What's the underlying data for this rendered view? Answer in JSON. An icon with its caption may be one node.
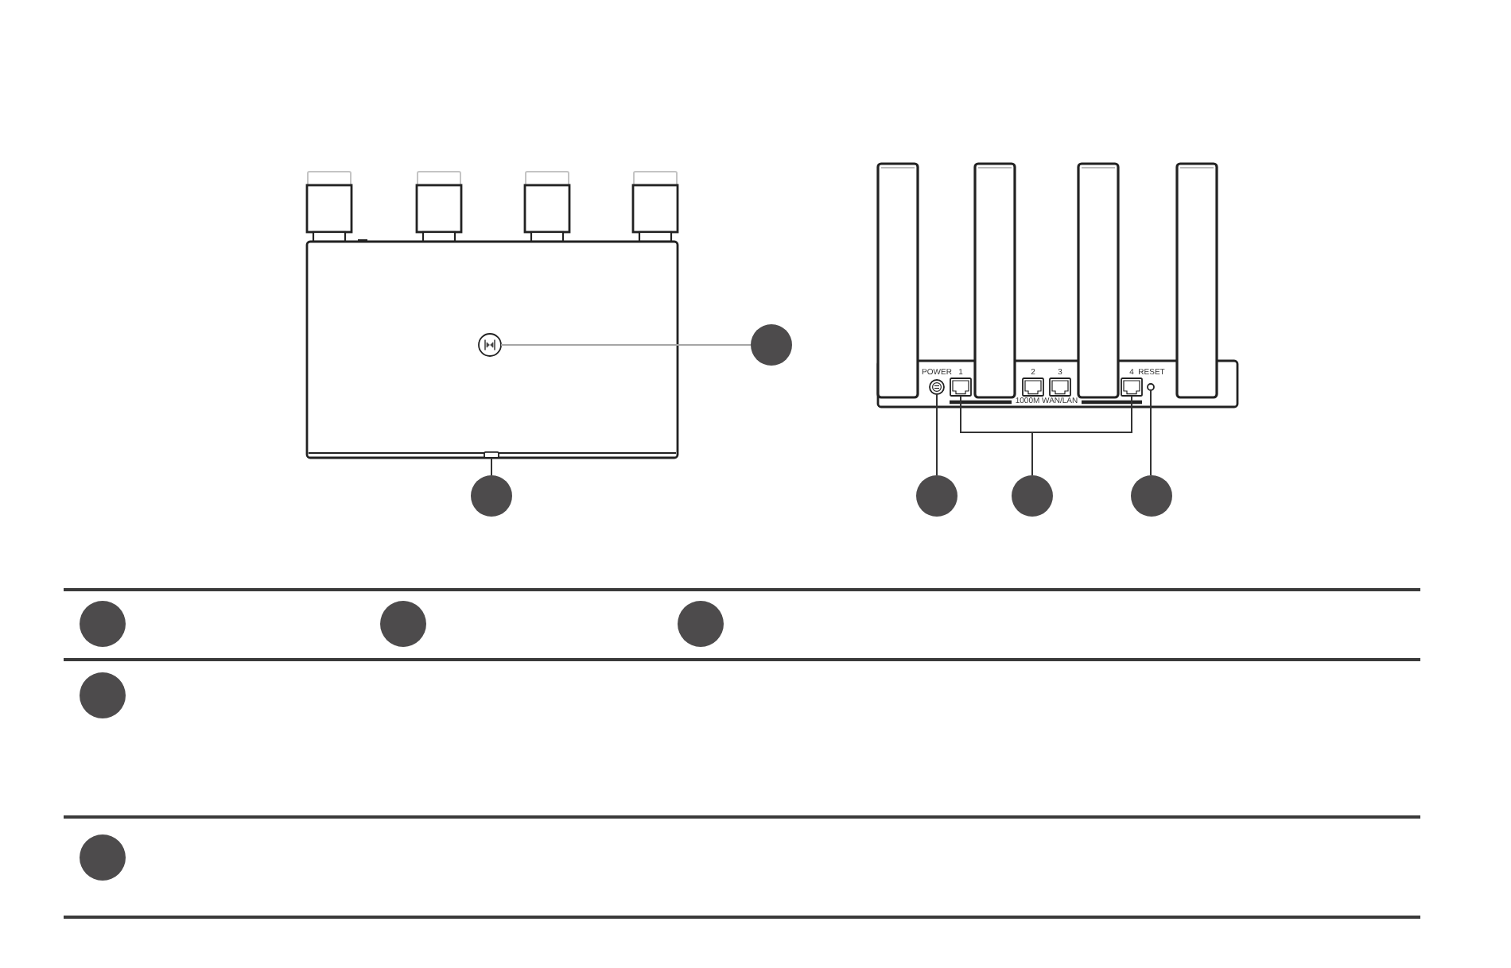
{
  "diagram": {
    "nodes": [
      {
        "text": [],
        "shape": "circle"
      },
      {
        "text": [],
        "shape": "circle"
      },
      {
        "text": [],
        "shape": "box"
      },
      {
        "text": [],
        "shape": "circle"
      },
      {
        "text": [],
        "shape": "circle"
      },
      {
        "text": [],
        "shape": "box"
      },
      {
        "text": [],
        "shape": "box"
      },
      {
        "text": [],
        "shape": "circle"
      },
      {
        "text": [],
        "shape": "circle"
      },
      {
        "text": [],
        "shape": "circle"
      },
      {
        "text": [],
        "shape": "circle"
      },
      {
        "text": [],
        "shape": "circle"
      },
      {
        "text": [],
        "shape": "circle"
      },
      {
        "text": [],
        "shape": "circle"
      },
      {
        "text": [],
        "shape": "circle"
      },
      {
        "text": [],
        "shape": "circle"
      }
    ],
    "edges": [
      {
        "from": 1,
        "to": 0,
        "arrow": "none",
        "color": "#a6a6a6"
      },
      {
        "from": 3,
        "to": 2,
        "arrow": "none"
      },
      {
        "from": 8,
        "to": 4,
        "arrow": "none"
      },
      {
        "from": 9,
        "to": 5,
        "arrow": "none"
      },
      {
        "from": 9,
        "to": 6,
        "arrow": "none"
      },
      {
        "from": 10,
        "to": 7,
        "arrow": "none"
      }
    ],
    "labels": [
      "POWER",
      "1",
      "2",
      "3",
      "4",
      "RESET",
      "1000M WAN/LAN"
    ]
  }
}
